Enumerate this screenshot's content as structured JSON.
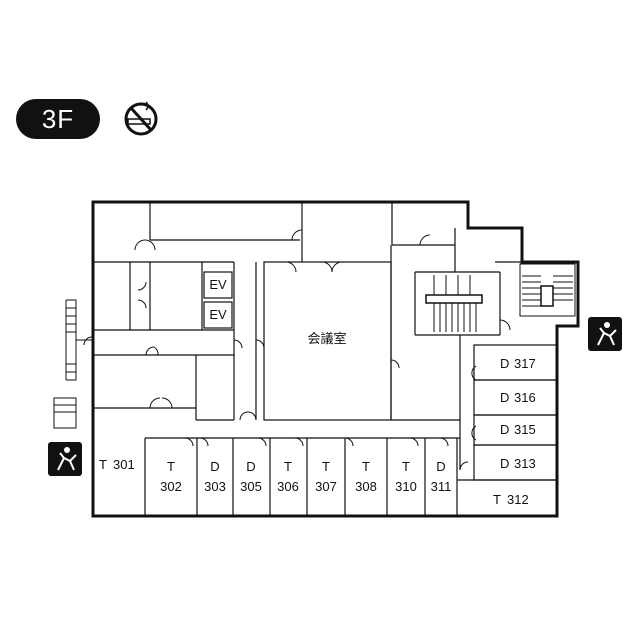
{
  "floor": {
    "label": "3F"
  },
  "icons": {
    "no_smoking": "no-smoking-icon",
    "emergency_exit": "fire-escape-icon"
  },
  "rooms": {
    "conference": "会議室",
    "ev1": "EV",
    "ev2": "EV",
    "r301": {
      "type": "T",
      "num": "301"
    },
    "r302": {
      "type": "T",
      "num": "302"
    },
    "r303": {
      "type": "D",
      "num": "303"
    },
    "r305": {
      "type": "D",
      "num": "305"
    },
    "r306": {
      "type": "T",
      "num": "306"
    },
    "r307": {
      "type": "T",
      "num": "307"
    },
    "r308": {
      "type": "T",
      "num": "308"
    },
    "r310": {
      "type": "T",
      "num": "310"
    },
    "r311": {
      "type": "D",
      "num": "311"
    },
    "r312": {
      "type": "T",
      "num": "312"
    },
    "r313": {
      "type": "D",
      "num": "313"
    },
    "r315": {
      "type": "D",
      "num": "315"
    },
    "r316": {
      "type": "D",
      "num": "316"
    },
    "r317": {
      "type": "D",
      "num": "317"
    }
  },
  "colors": {
    "wall": "#111111",
    "background": "#ffffff"
  }
}
